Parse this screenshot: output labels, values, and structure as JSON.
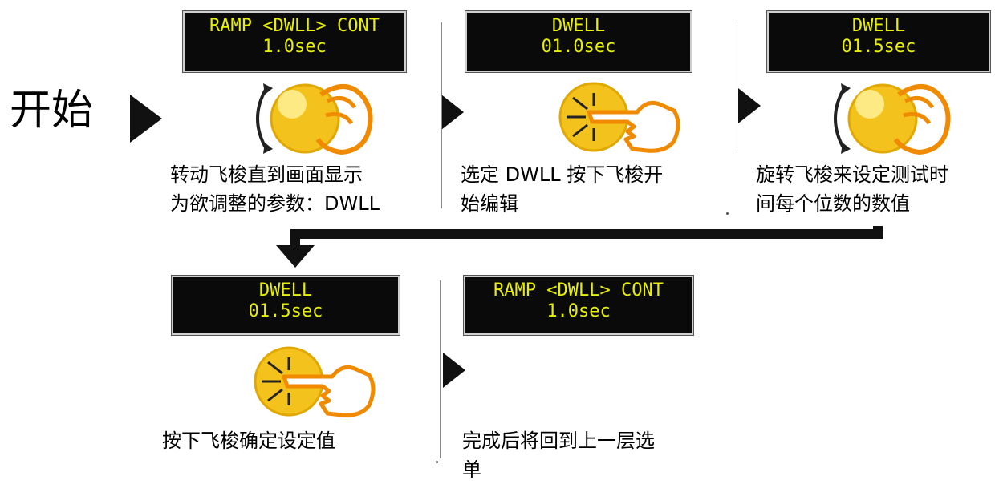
{
  "start": {
    "label": "开始"
  },
  "steps": [
    {
      "display": {
        "line1": "RAMP <DWLL> CONT",
        "line2": "1.0sec"
      },
      "caption": {
        "line1": "转动飞梭直到画面显示",
        "line2": "为欲调整的参数：DWLL"
      },
      "action": "rotate"
    },
    {
      "display": {
        "line1": "DWELL",
        "line2": "01.0sec"
      },
      "caption": {
        "line1": "选定 DWLL 按下飞梭开",
        "line2": "始编辑"
      },
      "action": "press"
    },
    {
      "display": {
        "line1": "DWELL",
        "line2": "01.5sec"
      },
      "caption": {
        "line1": "旋转飞梭来设定测试时",
        "line2": "间每个位数的数值"
      },
      "action": "rotate"
    },
    {
      "display": {
        "line1": "DWELL",
        "line2": "01.5sec"
      },
      "caption": {
        "line1": "按下飞梭确定设定值",
        "line2": ""
      },
      "action": "press"
    },
    {
      "display": {
        "line1": "RAMP <DWLL> CONT",
        "line2": "1.0sec"
      },
      "caption": {
        "line1": "完成后将回到上一层选",
        "line2": "单"
      },
      "action": "none"
    }
  ],
  "colors": {
    "lcd_text": "#e8f000",
    "lcd_bg": "#0a0a0a",
    "knob_fill": "#f4c21c",
    "knob_highlight": "#fff4a0",
    "hand_stroke": "#f08a00"
  },
  "icons": {
    "rotate": "rotate-knob-icon",
    "press": "press-knob-icon",
    "arrow": "flow-arrow-icon"
  }
}
